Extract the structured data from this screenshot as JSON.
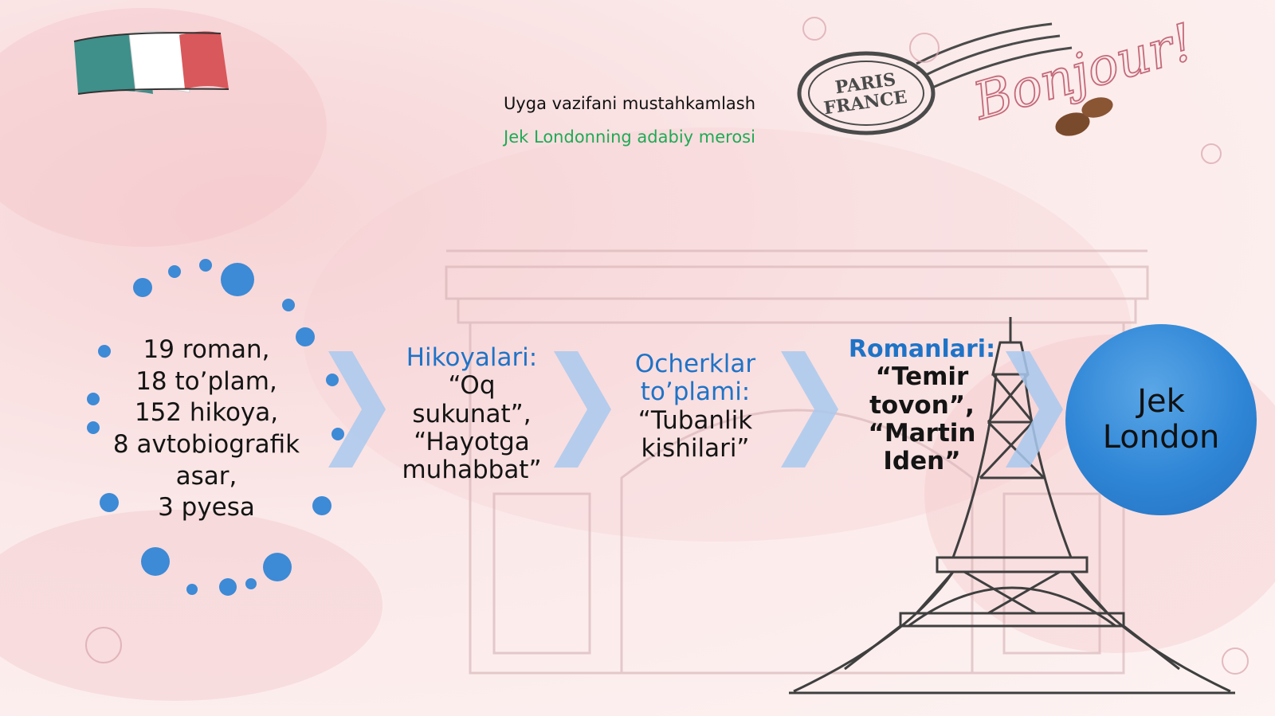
{
  "slide": {
    "title": "Uyga vazifani mustahkamlash",
    "subtitle": "Jek Londonning adabiy merosi",
    "stamp": {
      "line1": "PARIS",
      "line2": "FRANCE"
    },
    "greeting": "Bonjour!",
    "steps": [
      {
        "lines": [
          "19 roman,",
          "18 to’plam,",
          "152 hikoya,",
          "8 avtobiografik",
          "asar,",
          "3 pyesa"
        ]
      },
      {
        "heading": "Hikoyalari:",
        "lines": [
          "“Oq",
          "sukunat”,",
          "“Hayotga",
          "muhabbat”"
        ]
      },
      {
        "heading_lines": [
          "Ocherklar",
          "to’plami:"
        ],
        "lines": [
          "“Tubanlik",
          "kishilari”"
        ]
      },
      {
        "heading": "Romanlari:",
        "lines": [
          "“Temir",
          "tovon”,",
          "“Martin",
          "Iden”"
        ]
      }
    ],
    "final": {
      "lines": [
        "Jek",
        "London"
      ]
    },
    "colors": {
      "accent_blue": "#1f73c7",
      "subtitle_green": "#1faa55",
      "circle_blue": "#2f86d6",
      "chevron_blue": "#a9c9ef"
    }
  }
}
